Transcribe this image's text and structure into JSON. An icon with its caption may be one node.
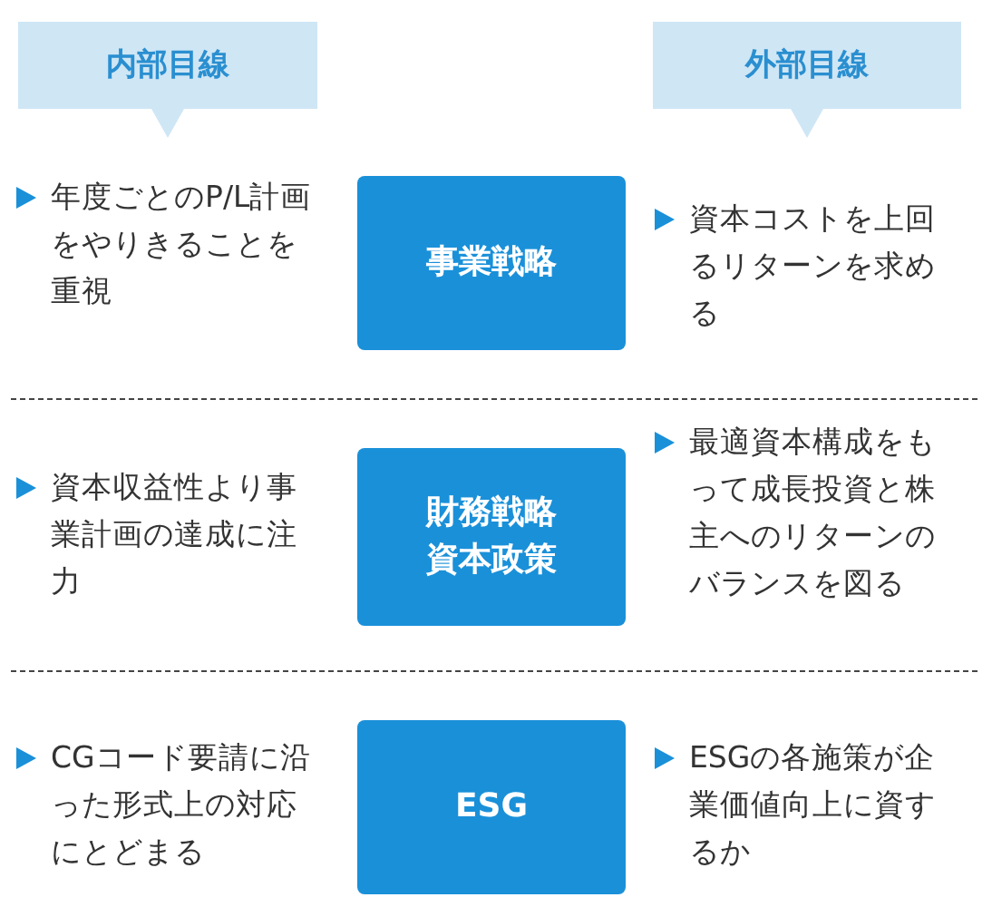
{
  "diagram": {
    "nodes": [
      {
        "text": [
          "内部目線"
        ]
      },
      {
        "text": [
          "外部目線"
        ]
      },
      {
        "text": [
          "事業戦略"
        ]
      },
      {
        "text": [
          "財務戦略資本政策"
        ]
      },
      {
        "text": [
          "ESG"
        ]
      }
    ],
    "labels": [
      "年度ごとのP/L計画をやりきることを重視",
      "資本コストを上回るリターンを求める",
      "資本収益性より事業計画の達成に注力",
      "最適資本構成をもって成長投資と株主へのリターンのバランスを図る",
      "CGコード要請に沿った形式上の対応にとどまる",
      "ESGの各施策が企業価値向上に資するか"
    ]
  }
}
